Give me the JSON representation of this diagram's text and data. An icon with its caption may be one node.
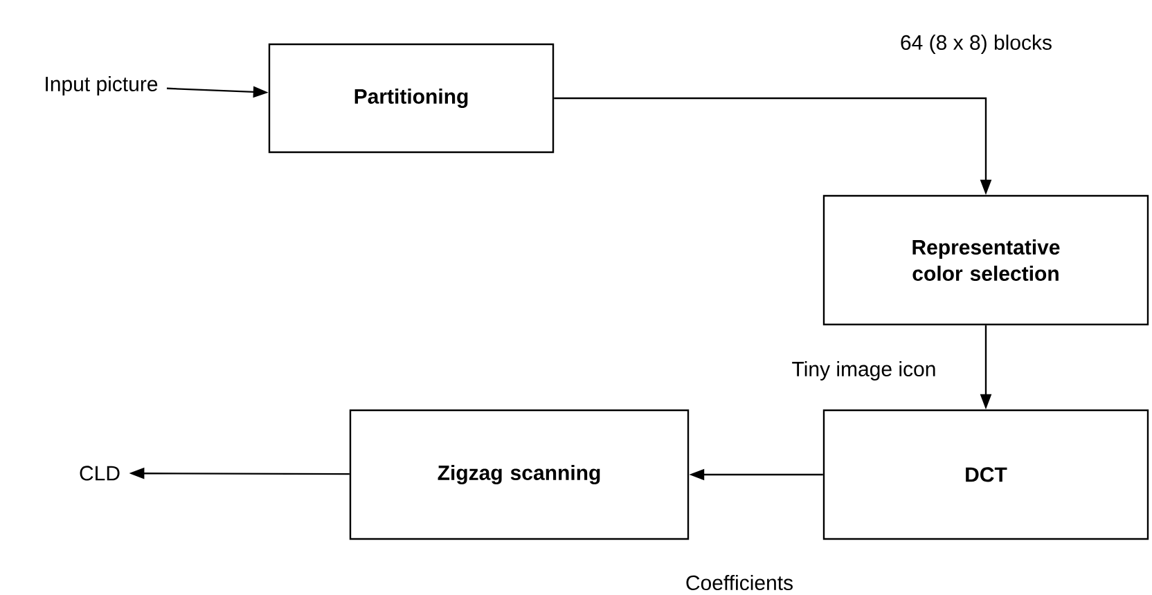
{
  "diagram": {
    "nodes": [
      {
        "text": [
          "Input picture"
        ]
      },
      {
        "text": [
          "Partitioning"
        ]
      },
      {
        "text": [
          "Representative color selection"
        ]
      },
      {
        "text": [
          "DCT"
        ]
      },
      {
        "text": [
          "Zigzag scanning"
        ]
      },
      {
        "text": [
          "CLD"
        ]
      }
    ],
    "edges": [
      {
        "from": 0,
        "to": 1,
        "arrow": "to"
      },
      {
        "from": 1,
        "to": 2,
        "arrow": "to",
        "label": "64 (8 x 8) blocks"
      },
      {
        "from": 2,
        "to": 3,
        "arrow": "to",
        "label": "Tiny image icon"
      },
      {
        "from": 3,
        "to": 4,
        "arrow": "to",
        "label": "Coefficients"
      },
      {
        "from": 4,
        "to": 5,
        "arrow": "to"
      }
    ]
  }
}
